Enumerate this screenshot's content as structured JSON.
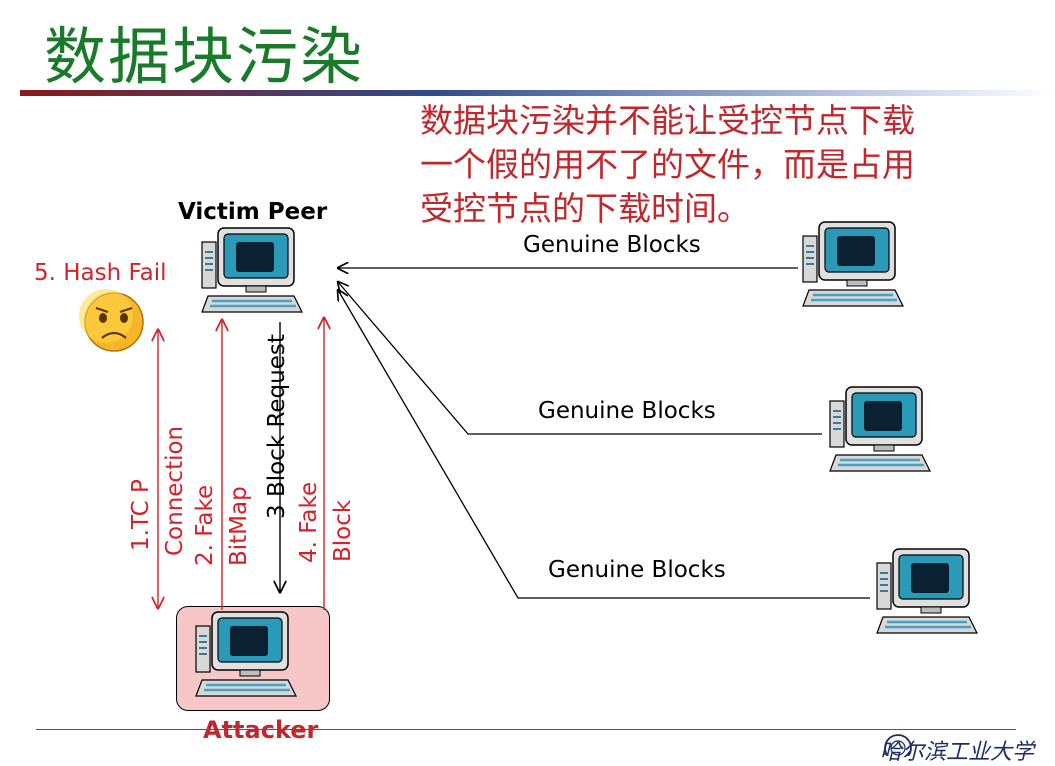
{
  "slide": {
    "title": "数据块污染"
  },
  "note": {
    "lines": [
      "数据块污染并不能让受控节点下载",
      "一个假的用不了的文件，而是占用",
      "受控节点的下载时间。"
    ]
  },
  "diagram": {
    "victim_label": "Victim Peer",
    "hash_fail": "5. Hash Fail",
    "attacker_label": "Attacker",
    "genuine_labels": [
      "Genuine Blocks",
      "Genuine Blocks",
      "Genuine Blocks"
    ],
    "steps": {
      "tcp_line1": "1.TC P",
      "tcp_line2": "Connection",
      "bitmap_line1": "2. Fake",
      "bitmap_line2": "BitMap",
      "request": "3 Block Request",
      "fake_block_line1": "4. Fake",
      "fake_block_line2": "Block"
    }
  },
  "footer": {
    "logo_text": "哈尔滨工业大学"
  },
  "colors": {
    "title_green": "#1a7a2a",
    "note_red": "#c0282d",
    "step_red": "#d0232a",
    "attacker_fill": "#f7c6c6"
  },
  "icons": [
    "computer-icon",
    "sad-face-icon",
    "university-seal-icon"
  ]
}
